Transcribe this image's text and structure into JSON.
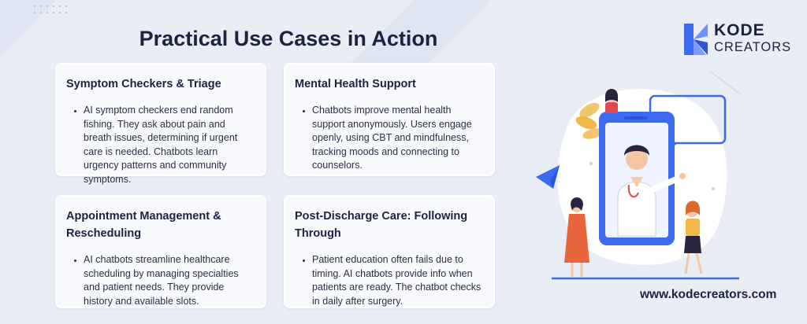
{
  "title": "Practical Use Cases in Action",
  "brand": {
    "line1": "KODE",
    "line2": "CREATORS"
  },
  "website": "www.kodecreators.com",
  "cards": [
    {
      "heading": "Symptom Checkers & Triage",
      "text": "AI symptom checkers end random fishing. They ask about pain and breath issues, determining if urgent care is needed. Chatbots learn urgency patterns and community symptoms."
    },
    {
      "heading": "Mental Health Support",
      "text": "Chatbots improve mental health support anonymously. Users engage openly, using CBT and mindfulness, tracking moods and connecting to counselors."
    },
    {
      "heading": "Appointment Management & Rescheduling",
      "text": "AI chatbots streamline healthcare scheduling by managing specialties and patient needs. They provide history and available slots."
    },
    {
      "heading": "Post-Discharge Care: Following Through",
      "text": "Patient education often fails due to timing. AI chatbots provide info when patients are ready. The chatbot checks in daily after surgery."
    }
  ],
  "colors": {
    "navy": "#1c2340",
    "blue": "#3d6bf0",
    "background": "#e9edf6"
  }
}
